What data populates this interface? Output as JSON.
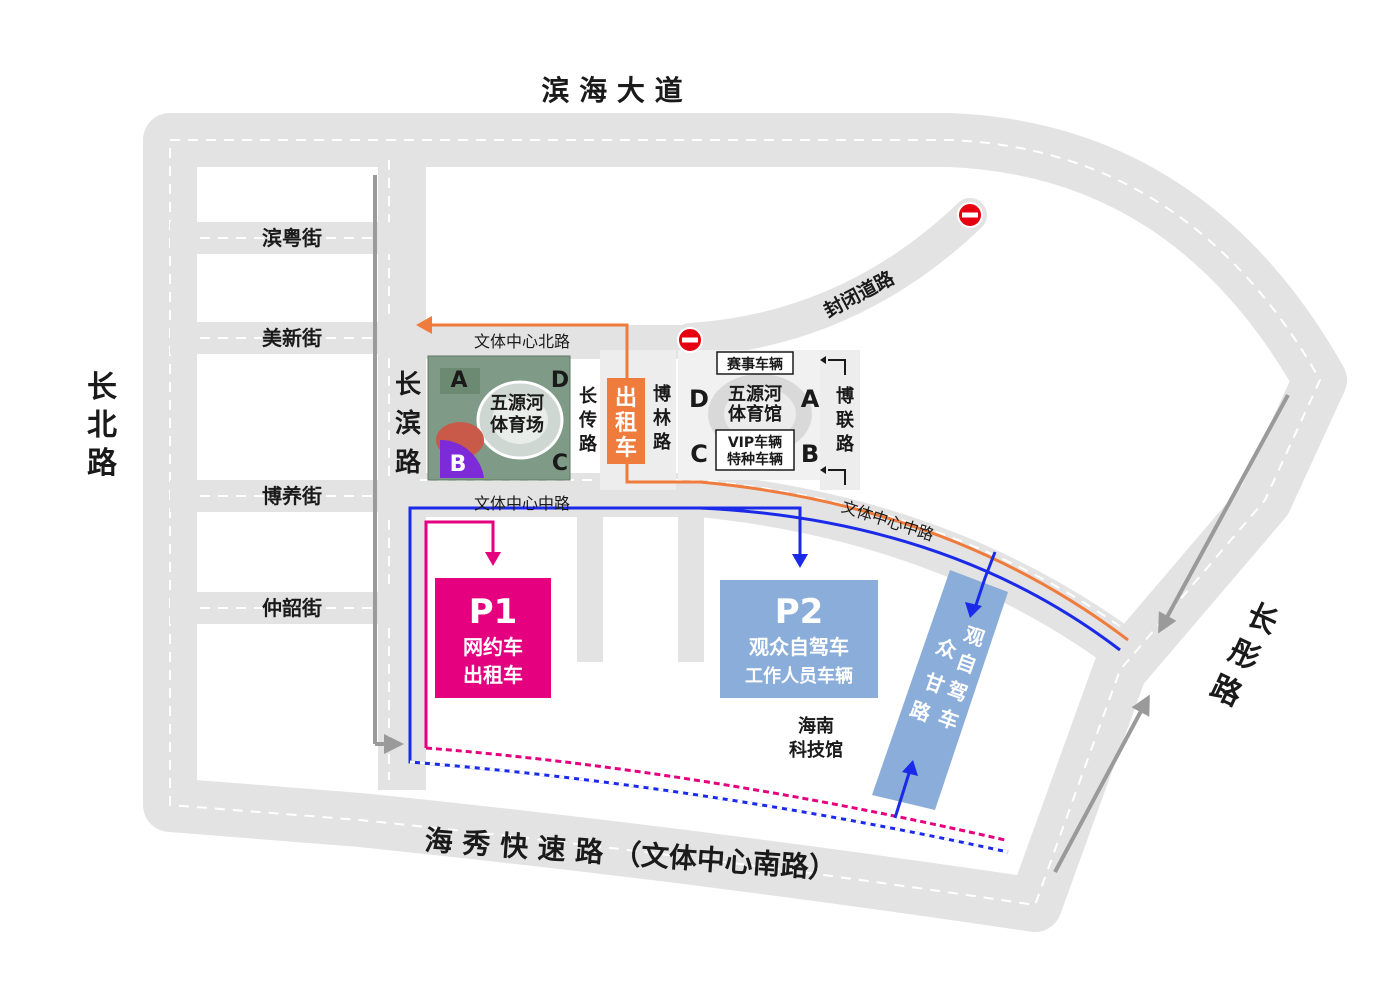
{
  "roads": {
    "top": "滨 海 大 道",
    "left": [
      "长",
      "北",
      "路"
    ],
    "bottom": "海 秀 快 速 路 （文体中心南路）",
    "right": [
      "长",
      "彤",
      "路"
    ],
    "changbin": [
      "长",
      "滨",
      "路"
    ],
    "changchuan": [
      "长",
      "传",
      "路"
    ],
    "bolin": [
      "博",
      "林",
      "路"
    ],
    "bolian": [
      "博",
      "联",
      "路"
    ],
    "closed": "封闭道路",
    "north_center": "文体中心北路",
    "mid_center_left": "文体中心中路",
    "mid_center_right": "文体中心中路",
    "guanzhong_lane": [
      "观",
      "众",
      "自",
      "驾",
      "车",
      "甘",
      "路"
    ]
  },
  "streets": [
    "滨粤街",
    "美新街",
    "博养街",
    "仲韶街"
  ],
  "stadium": {
    "name_line1": "五源河",
    "name_line2": "体育场",
    "gates": {
      "a": "A",
      "b": "B",
      "c": "C",
      "d": "D"
    }
  },
  "gym": {
    "name_line1": "五源河",
    "name_line2": "体育馆",
    "gates": {
      "a": "A",
      "b": "B",
      "c": "C",
      "d": "D"
    },
    "label_event": "赛事车辆",
    "label_vip1": "VIP车辆",
    "label_vip2": "特种车辆"
  },
  "taxi_lane": [
    "出",
    "租",
    "车"
  ],
  "parking": {
    "p1": {
      "title": "P1",
      "line1": "网约车",
      "line2": "出租车"
    },
    "p2": {
      "title": "P2",
      "line1": "观众自驾车",
      "line2": "工作人员车辆"
    }
  },
  "museum": {
    "line1": "海南",
    "line2": "科技馆"
  },
  "colors": {
    "road": "#e3e3e3",
    "road_edge": "#d3d3d3",
    "taxi_route": "#ef7b3c",
    "p1": "#e4007f",
    "p2": "#8badd9",
    "blue_route": "#1a2ae8",
    "no_entry": "#e60012",
    "gate_b": "#7d2ad8"
  },
  "icons": [
    "no-entry-icon",
    "turn-arrow-icon",
    "direction-arrow-icon"
  ]
}
